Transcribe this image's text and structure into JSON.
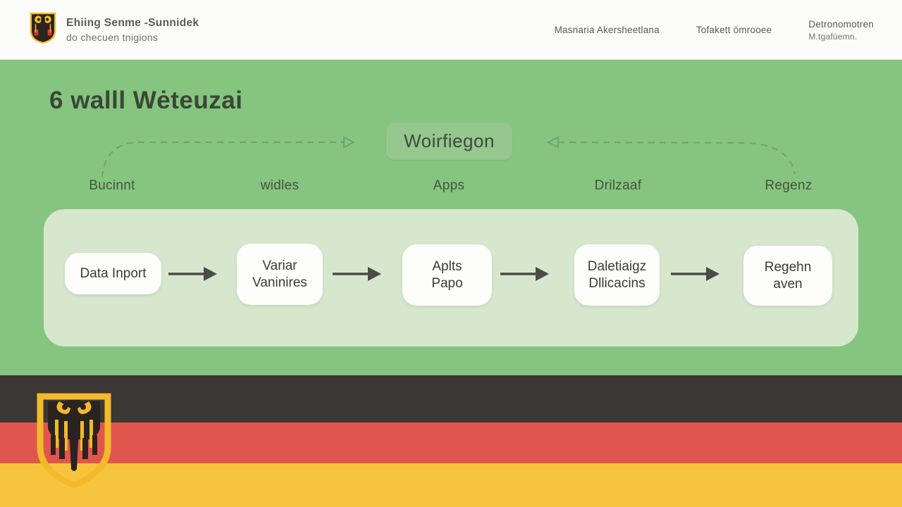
{
  "header": {
    "brand": {
      "line1": "Ehiing Senme -Sunnidek",
      "line2": "do checuen tnigions"
    },
    "nav": [
      {
        "label": "Masnaria Akersheetlana"
      },
      {
        "label": "Tofakett ömrooee"
      },
      {
        "label": "Detronomotren",
        "label2": "M.tgafüemn."
      }
    ]
  },
  "hero": {
    "title": "6 walll Wėteuzai",
    "badge": "Woirfiegon",
    "column_labels": [
      "Bucinnt",
      "widles",
      "Apps",
      "Drilzaaf",
      "Regenz"
    ],
    "steps": [
      {
        "line1": "Data Inport",
        "line2": ""
      },
      {
        "line1": "Variar",
        "line2": "Vaninires"
      },
      {
        "line1": "Aplts",
        "line2": "Papo"
      },
      {
        "line1": "Daletiaigz",
        "line2": "Dllicacins"
      },
      {
        "line1": "Regehn",
        "line2": "aven"
      }
    ]
  },
  "colors": {
    "hero_green": "#85c57f",
    "panel_green": "#d6e7ce",
    "badge_green": "#95c78f",
    "flag_black": "#3b3734",
    "flag_red": "#e0564f",
    "flag_gold": "#f6c53d",
    "emblem_gold": "#f2ba2b",
    "arrow_gray": "#4b4b47",
    "dash_green": "#72a46d"
  }
}
